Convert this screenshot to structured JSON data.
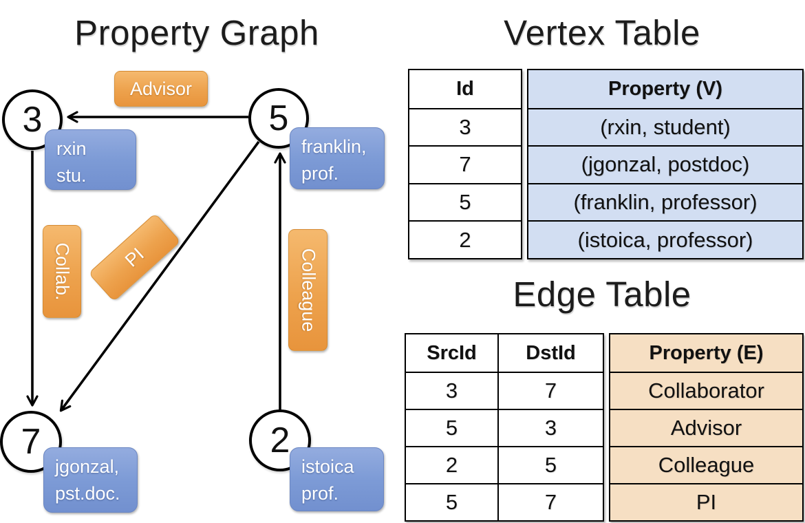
{
  "colors": {
    "edge_label_orange": "#EDA24D",
    "vertex_label_blue": "#7D9BD6",
    "vertex_property_bg": "#D2DEF2",
    "edge_property_bg": "#F6DFC3"
  },
  "graph": {
    "title": "Property Graph",
    "nodes": [
      {
        "id": "3"
      },
      {
        "id": "5"
      },
      {
        "id": "7"
      },
      {
        "id": "2"
      }
    ],
    "edge_labels": {
      "advisor": "Advisor",
      "collab": "Collab.",
      "pi": "PI",
      "colleague": "Colleague"
    },
    "vertex_labels": {
      "n3": {
        "line1": "rxin",
        "line2": "stu."
      },
      "n5": {
        "line1": "franklin,",
        "line2": "prof."
      },
      "n7": {
        "line1": "jgonzal,",
        "line2": "pst.doc."
      },
      "n2": {
        "line1": "istoica",
        "line2": "prof."
      }
    }
  },
  "vertex_table": {
    "title": "Vertex Table",
    "headers": {
      "id": "Id",
      "property": "Property (V)"
    },
    "rows": [
      {
        "id": "3",
        "property": "(rxin, student)"
      },
      {
        "id": "7",
        "property": "(jgonzal, postdoc)"
      },
      {
        "id": "5",
        "property": "(franklin, professor)"
      },
      {
        "id": "2",
        "property": "(istoica, professor)"
      }
    ]
  },
  "edge_table": {
    "title": "Edge Table",
    "headers": {
      "src": "SrcId",
      "dst": "DstId",
      "property": "Property (E)"
    },
    "rows": [
      {
        "src": "3",
        "dst": "7",
        "property": "Collaborator"
      },
      {
        "src": "5",
        "dst": "3",
        "property": "Advisor"
      },
      {
        "src": "2",
        "dst": "5",
        "property": "Colleague"
      },
      {
        "src": "5",
        "dst": "7",
        "property": "PI"
      }
    ]
  }
}
